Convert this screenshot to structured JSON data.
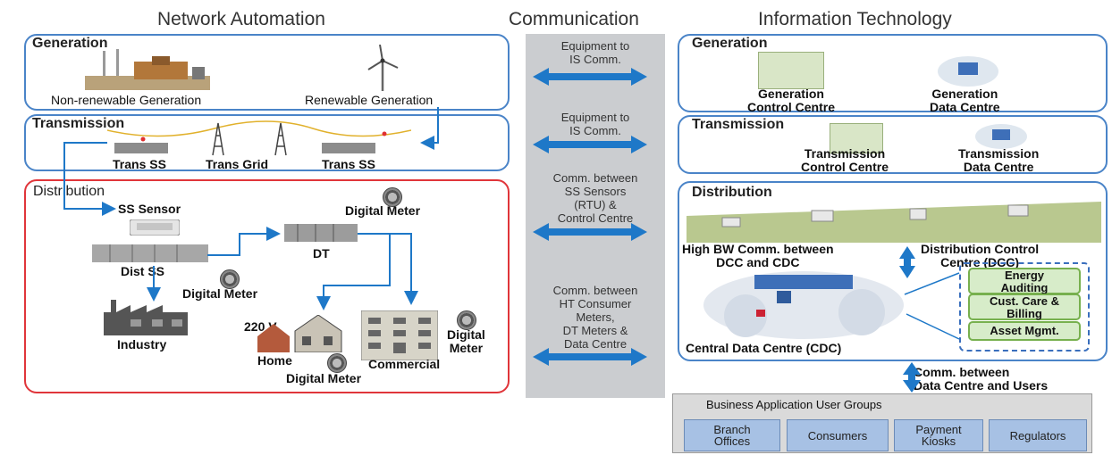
{
  "columns": {
    "network": "Network Automation",
    "communication": "Communication",
    "it": "Information Technology"
  },
  "network": {
    "generation": {
      "title": "Generation",
      "non_renewable": "Non-renewable Generation",
      "renewable": "Renewable Generation"
    },
    "transmission": {
      "title": "Transmission",
      "trans_ss_1": "Trans SS",
      "trans_grid": "Trans Grid",
      "trans_ss_2": "Trans SS"
    },
    "distribution": {
      "title": "Distribution",
      "ss_sensor": "SS Sensor",
      "digital_meter_1": "Digital Meter",
      "dt": "DT",
      "dist_ss": "Dist SS",
      "digital_meter_2": "Digital Meter",
      "industry": "Industry",
      "voltage": "220 V",
      "home": "Home",
      "commercial": "Commercial",
      "digital_meter_3": "Digital\nMeter",
      "digital_meter_4": "Digital Meter"
    }
  },
  "communication": {
    "c1": "Equipment to\nIS Comm.",
    "c2": "Equipment to\nIS Comm.",
    "c3": "Comm. between\nSS Sensors\n(RTU) &\nControl Centre",
    "c4": "Comm. between\nHT Consumer\nMeters,\nDT Meters &\nData Centre"
  },
  "it": {
    "generation": {
      "title": "Generation",
      "control": "Generation\nControl Centre",
      "data": "Generation\nData Centre"
    },
    "transmission": {
      "title": "Transmission",
      "control": "Transmission\nControl Centre",
      "data": "Transmission\nData Centre"
    },
    "distribution": {
      "title": "Distribution",
      "high_bw": "High BW Comm. between\nDCC and CDC",
      "dcc": "Distribution Control\nCentre (DCC)",
      "cdc": "Central Data Centre (CDC)",
      "energy_auditing": "Energy\nAuditing",
      "cust_care": "Cust. Care &\nBilling",
      "asset_mgmt": "Asset Mgmt."
    },
    "comm_users": "Comm. between\nData Centre and Users",
    "business": {
      "title": "Business Application User Groups",
      "groups": [
        "Branch\nOffices",
        "Consumers",
        "Payment\nKiosks",
        "Regulators"
      ]
    }
  },
  "colors": {
    "blue_border": "#4a84c8",
    "red_border": "#e0353a",
    "arrow_blue": "#1e78c8",
    "band_gray": "#cbcdd0",
    "green_box": "#d7ecc9",
    "user_box": "#a7c1e4"
  }
}
